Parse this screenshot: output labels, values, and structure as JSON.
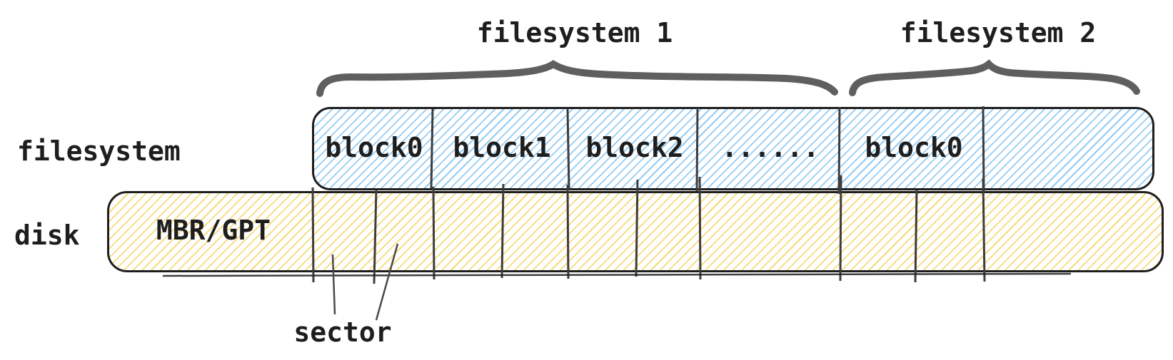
{
  "labels": {
    "filesystem_row": "filesystem",
    "disk_row": "disk",
    "sector": "sector"
  },
  "braces": [
    {
      "label": "filesystem 1"
    },
    {
      "label": "filesystem 2"
    }
  ],
  "filesystem_bar": {
    "blocks": [
      {
        "label": "block0"
      },
      {
        "label": "block1"
      },
      {
        "label": "block2"
      },
      {
        "label": "......"
      },
      {
        "label": "block0"
      },
      {
        "label": ""
      }
    ]
  },
  "disk_bar": {
    "first_cell_label": "MBR/GPT"
  },
  "colors": {
    "filesystem_hatch": "#8ec8f3",
    "disk_hatch": "#f6d874",
    "outline": "#1e1e1e",
    "divider": "#3d3d3d",
    "brace": "#5f5f5f",
    "text": "#1e1e1e",
    "background": "#ffffff"
  }
}
